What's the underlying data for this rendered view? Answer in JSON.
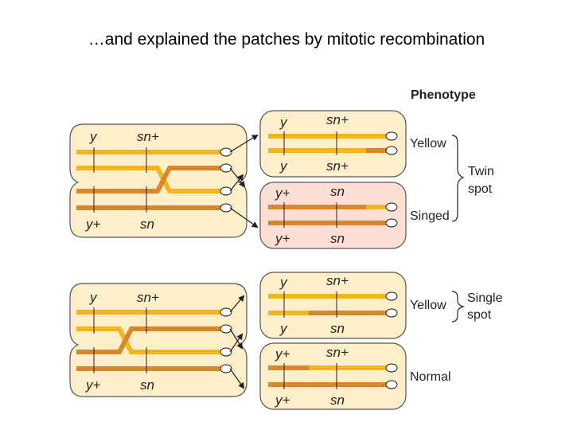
{
  "title": "…and explained the patches by mitotic recombination",
  "phenotype_header": "Phenotype",
  "colors": {
    "yellow": "#f2b51d",
    "orange": "#d9872b",
    "cell_fill": "#fcefc9",
    "singed_fill": "#fde0d3"
  },
  "top": {
    "parent": {
      "top_y": "y",
      "top_sn": "sn+",
      "bottom_y": "y+",
      "bottom_sn": "sn"
    },
    "daughter1": {
      "top_y": "y",
      "top_sn": "sn+",
      "bottom_y": "y",
      "bottom_sn": "sn+",
      "phenotype": "Yellow"
    },
    "daughter2": {
      "top_y": "y+",
      "top_sn": "sn",
      "bottom_y": "y+",
      "bottom_sn": "sn",
      "phenotype": "Singed"
    },
    "group_label_1": "Twin",
    "group_label_2": "spot"
  },
  "bottom": {
    "parent": {
      "top_y": "y",
      "top_sn": "sn+",
      "bottom_y": "y+",
      "bottom_sn": "sn"
    },
    "daughter1": {
      "top_y": "y",
      "top_sn": "sn+",
      "bottom_y": "y",
      "bottom_sn": "sn",
      "phenotype": "Yellow"
    },
    "daughter2": {
      "top_y": "y+",
      "top_sn": "sn+",
      "bottom_y": "y+",
      "bottom_sn": "sn",
      "phenotype": "Normal"
    },
    "group_label_1": "Single",
    "group_label_2": "spot"
  }
}
